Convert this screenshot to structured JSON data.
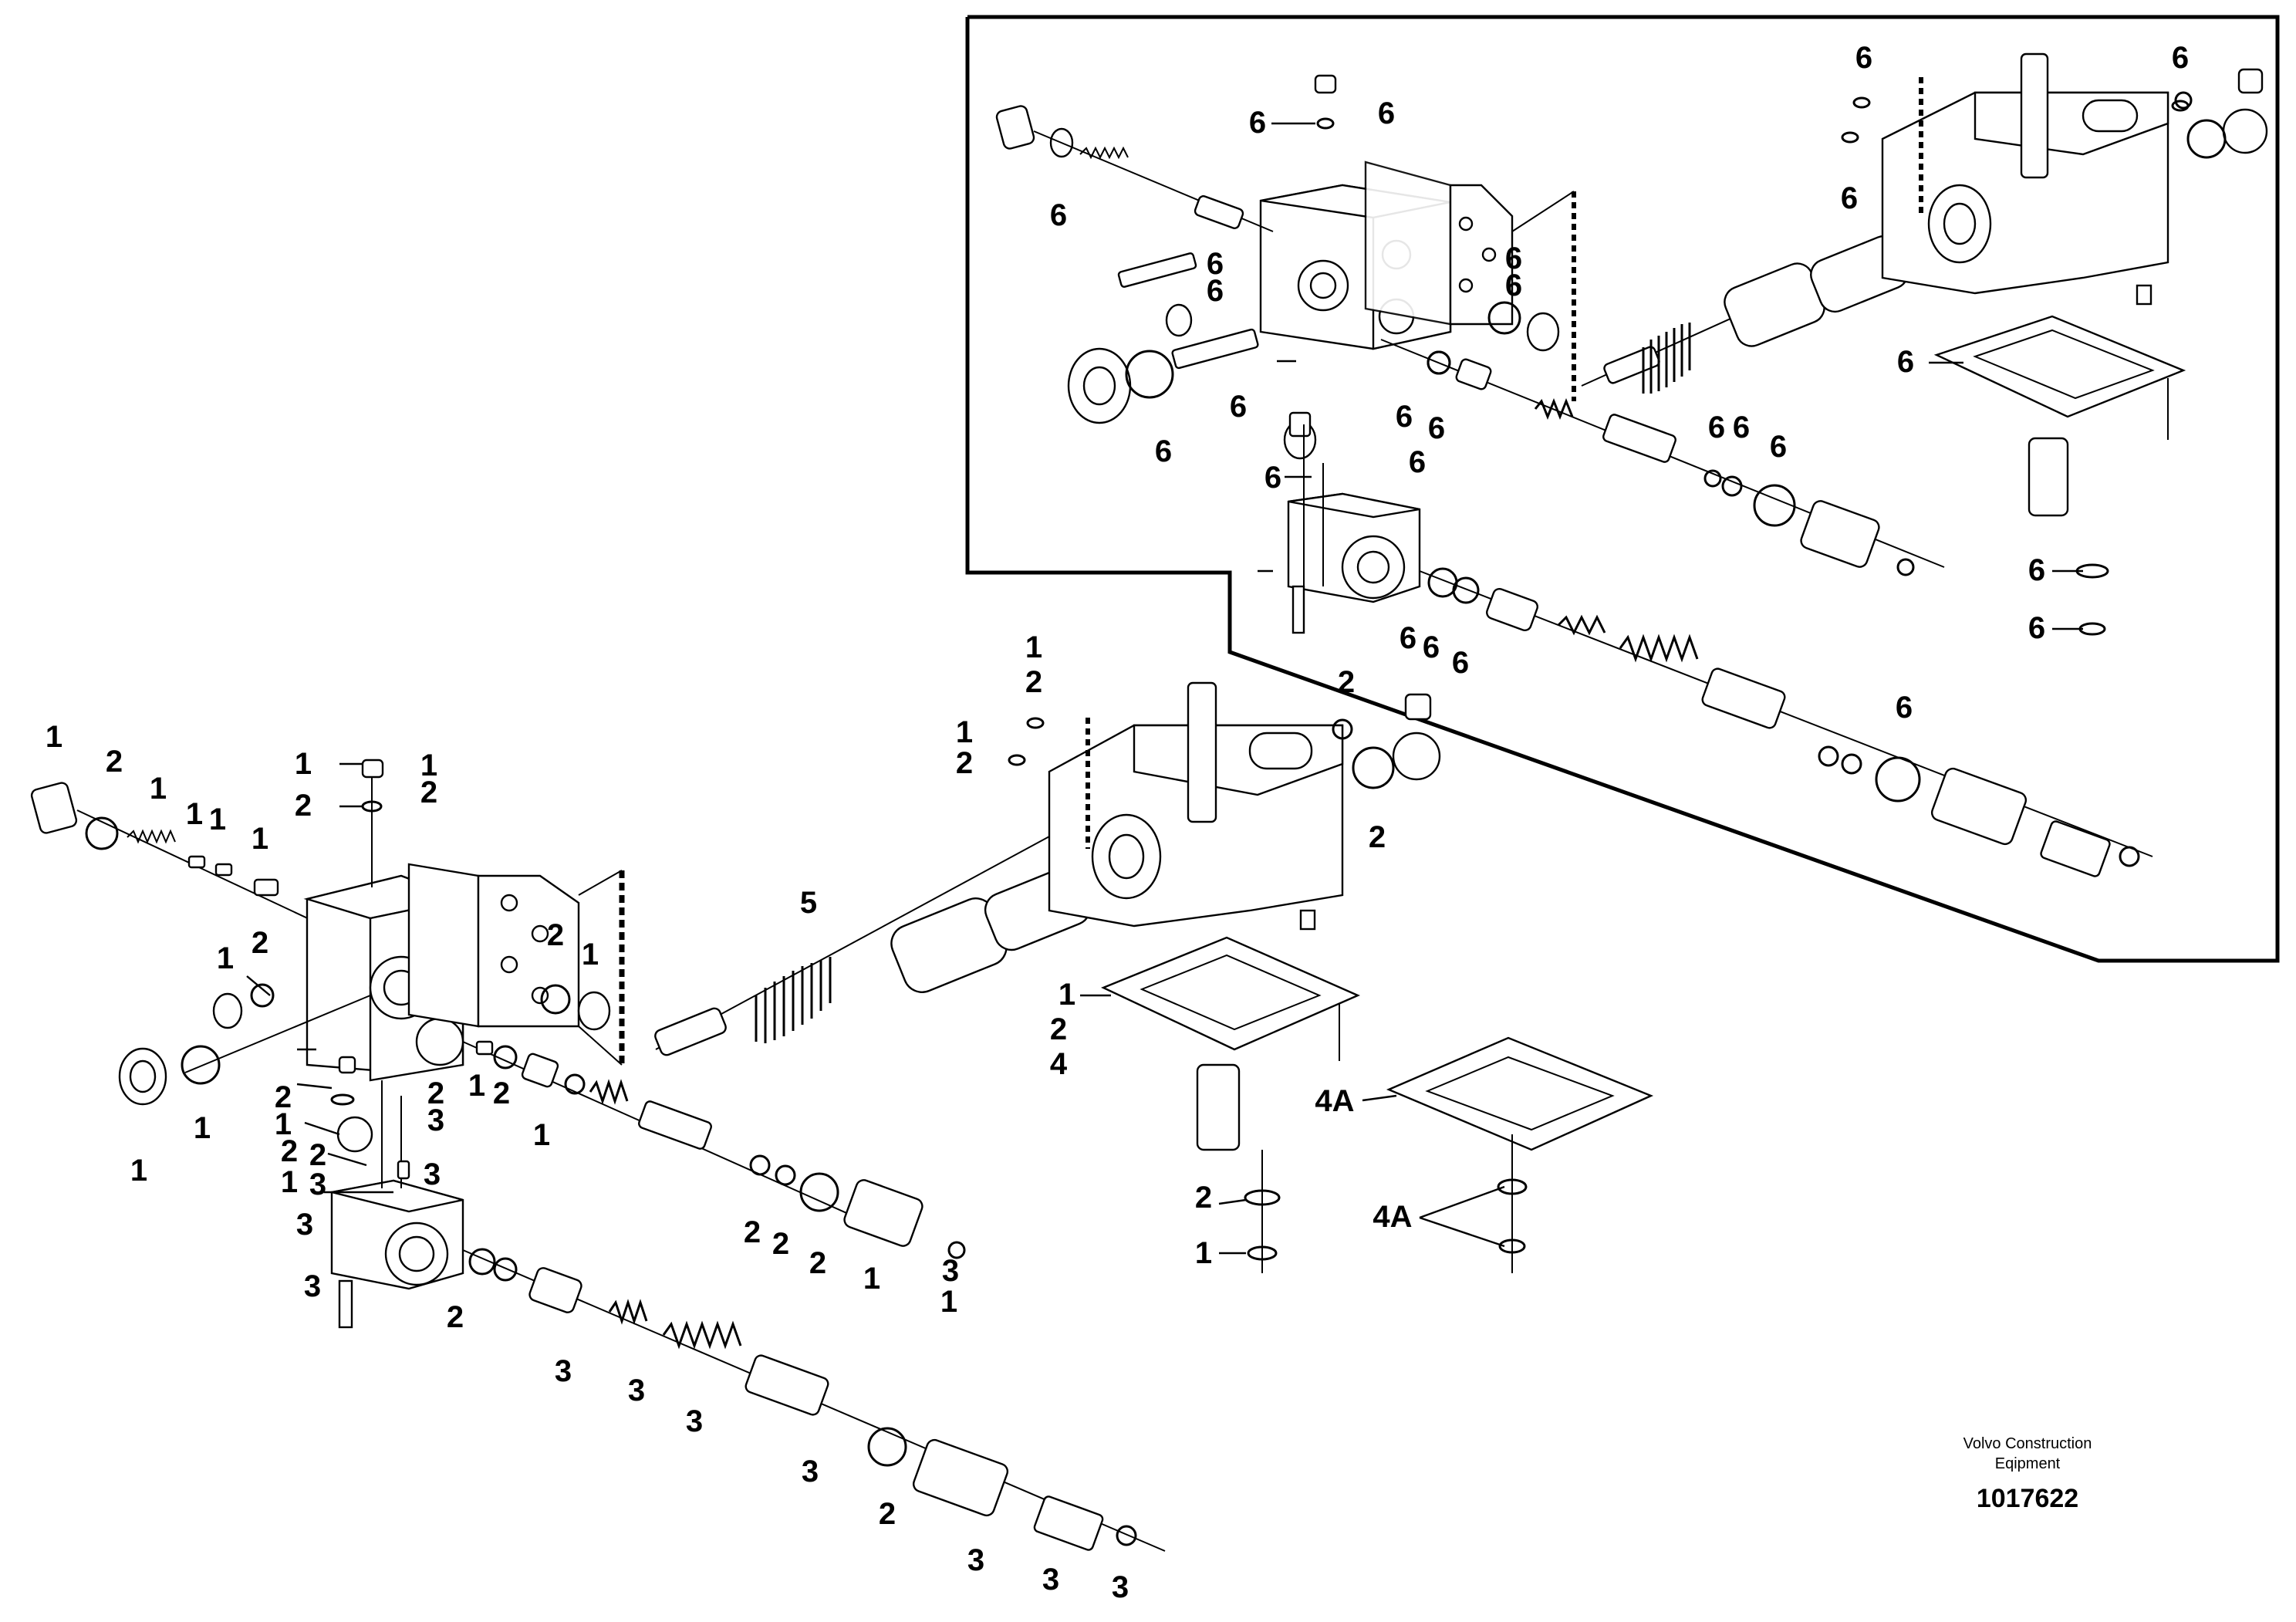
{
  "diagram": {
    "caption_line1": "Volvo Construction",
    "caption_line2": "Eqipment",
    "drawing_number": "1017622"
  },
  "callouts": [
    "1",
    "2",
    "1",
    "1",
    "1",
    "1",
    "1",
    "2",
    "1",
    "2",
    "1",
    "2",
    "1",
    "1",
    "2",
    "1",
    "2",
    "1",
    "2",
    "1",
    "2",
    "3",
    "2",
    "3",
    "3",
    "3",
    "1",
    "2",
    "2",
    "2",
    "2",
    "2",
    "3",
    "1",
    "3",
    "3",
    "3",
    "3",
    "3",
    "2",
    "3",
    "3",
    "3",
    "1",
    "1",
    "5",
    "1",
    "2",
    "1",
    "2",
    "2",
    "2",
    "1",
    "2",
    "4",
    "4A",
    "2",
    "1",
    "4A",
    "6",
    "6",
    "6",
    "6",
    "6",
    "6",
    "6",
    "6",
    "6",
    "6",
    "6",
    "6",
    "6",
    "6",
    "6",
    "6",
    "6",
    "6",
    "6",
    "6",
    "6",
    "6",
    "6",
    "6",
    "6",
    "6",
    "1",
    "1",
    "1",
    "1",
    "1",
    "1",
    "2",
    "2",
    "1",
    "1"
  ]
}
